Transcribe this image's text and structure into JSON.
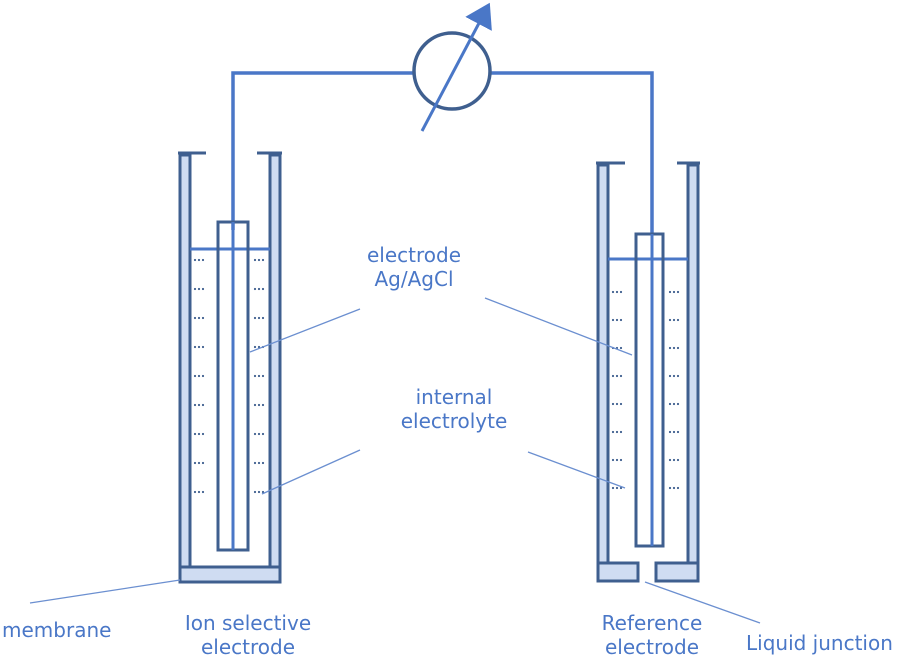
{
  "labels": {
    "electrode_line1": "electrode",
    "electrode_line2": "Ag/AgCl",
    "internal_line1": "internal",
    "internal_line2": "electrolyte",
    "membrane": "membrane",
    "ise_line1": "Ion selective",
    "ise_line2": "electrode",
    "ref_line1": "Reference",
    "ref_line2": "electrode",
    "liquid_junction": "Liquid junction"
  },
  "colors": {
    "wire": "#4a77c7",
    "outline": "#3f5f8f",
    "fill": "#cfdcf2",
    "leader": "#6b8fd0",
    "text": "#4a77c7"
  }
}
